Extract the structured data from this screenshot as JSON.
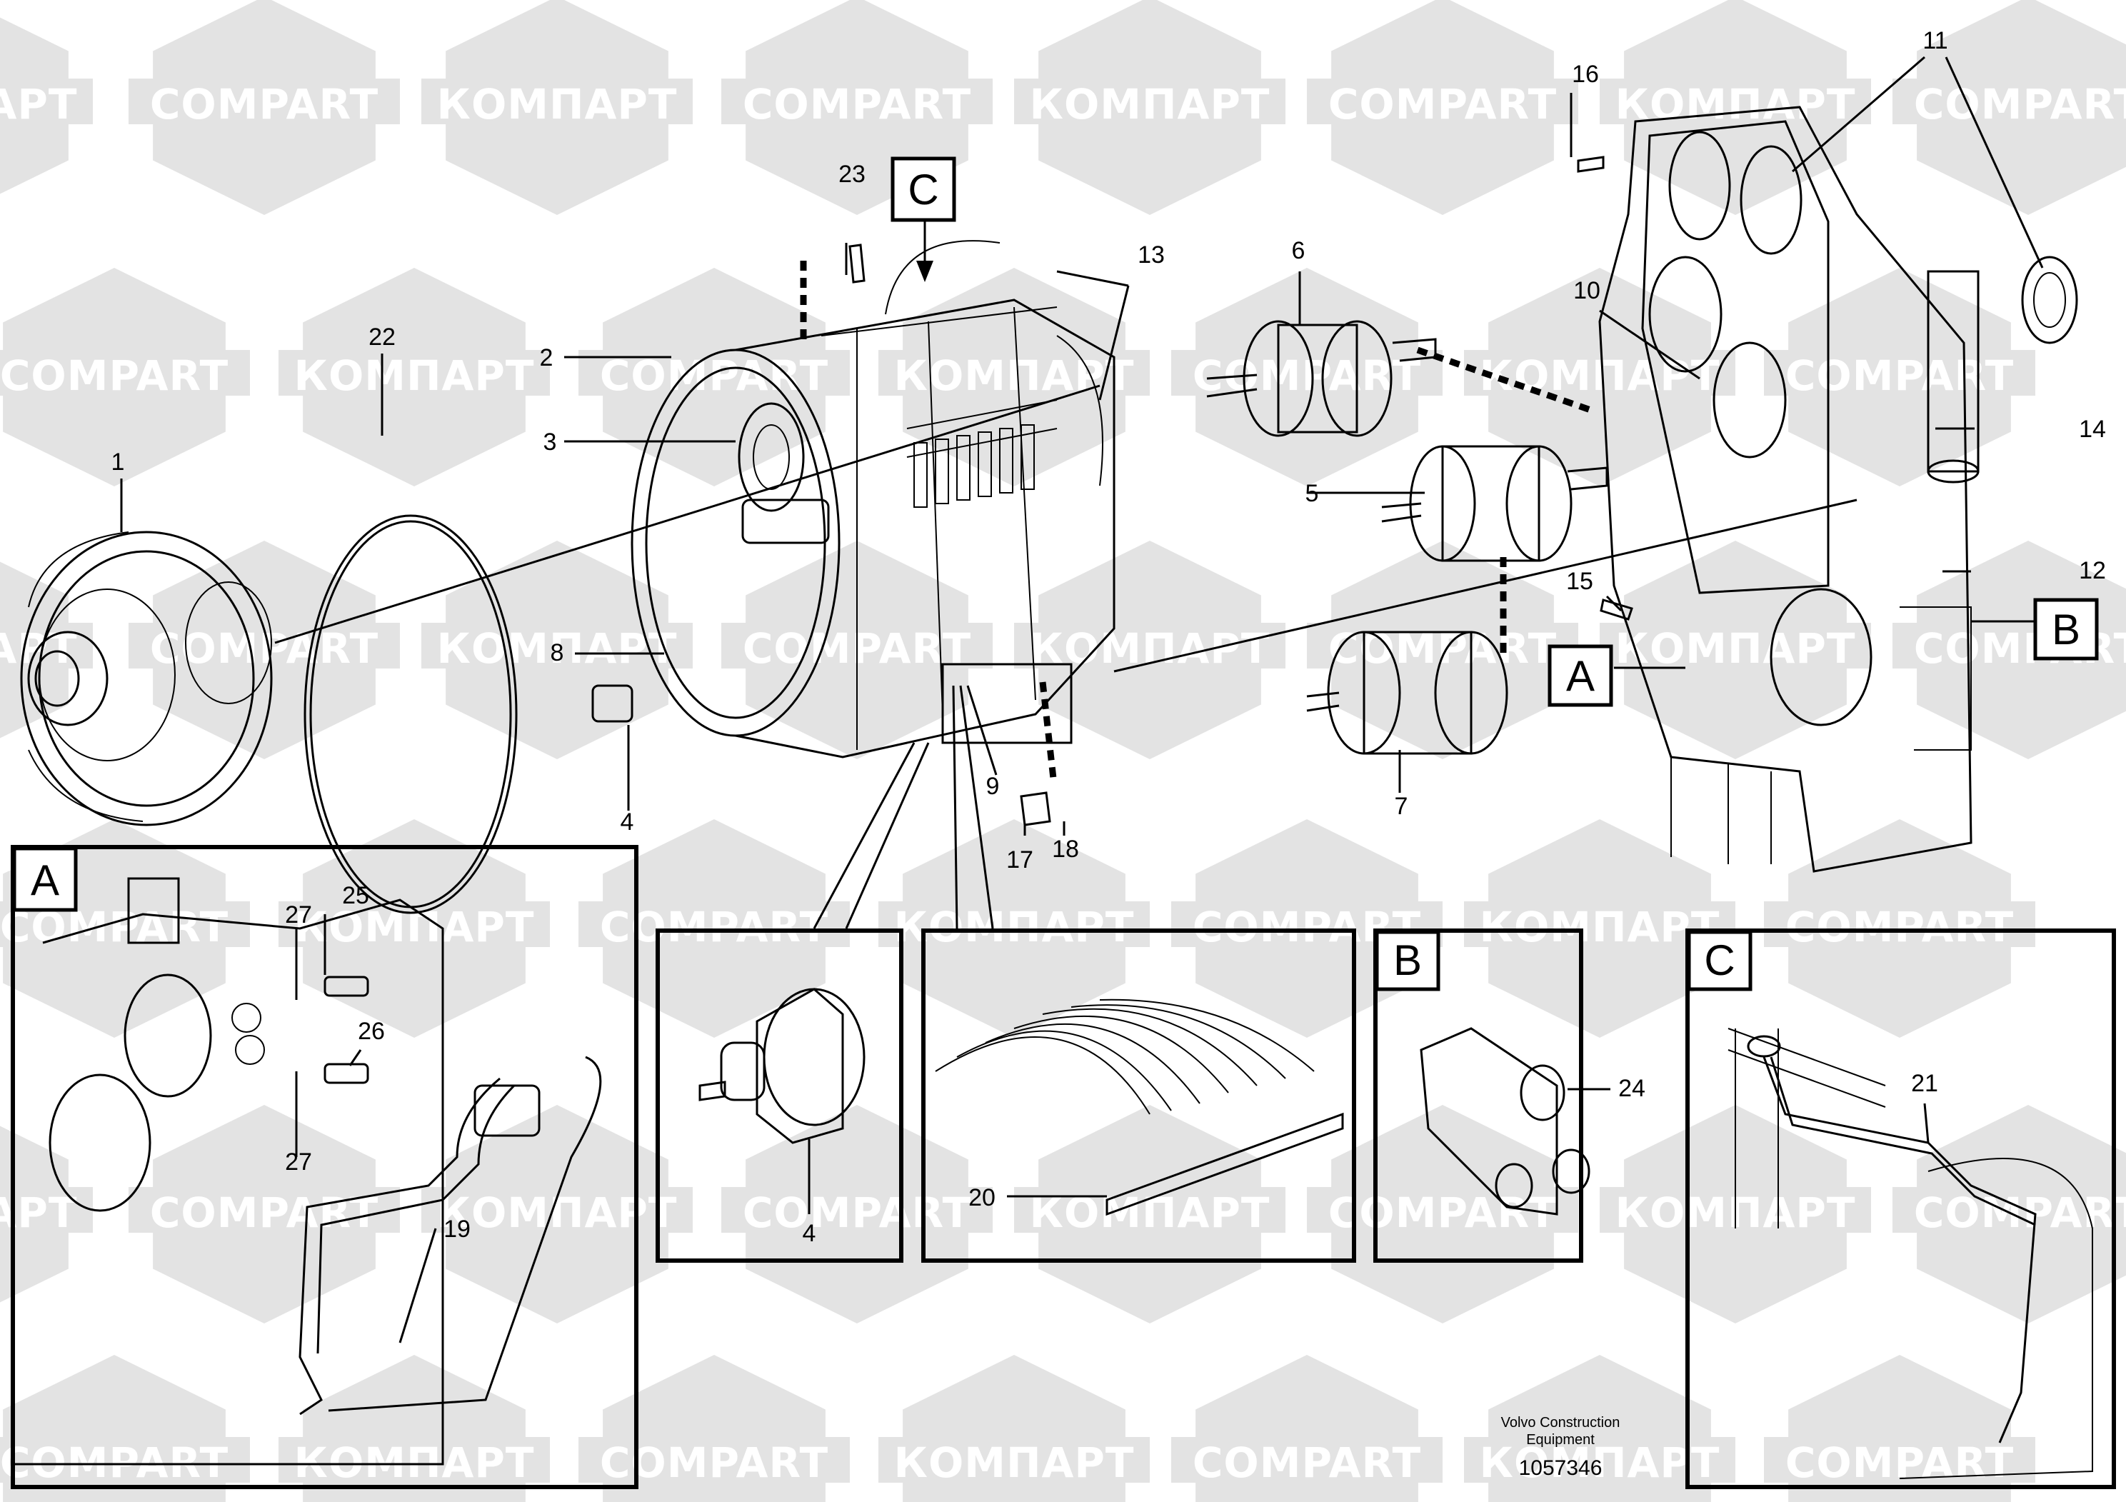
{
  "watermark": {
    "latin": "COMPART",
    "cyrillic": "КОМПАРТ"
  },
  "callouts": [
    "1",
    "2",
    "3",
    "4",
    "4",
    "5",
    "6",
    "7",
    "8",
    "9",
    "10",
    "11",
    "12",
    "13",
    "14",
    "15",
    "16",
    "17",
    "18",
    "19",
    "20",
    "21",
    "22",
    "23",
    "24",
    "25",
    "26",
    "27",
    "27"
  ],
  "view_labels": {
    "a": "A",
    "b": "B",
    "c": "C"
  },
  "detail_labels": {
    "a": "A",
    "b": "B",
    "c": "C"
  },
  "footer": {
    "line1": "Volvo Construction",
    "line2": "Equipment",
    "doc_number": "1057346"
  },
  "colors": {
    "watermark": "#e3e3e3",
    "ink": "#000000",
    "background": "#ffffff"
  }
}
